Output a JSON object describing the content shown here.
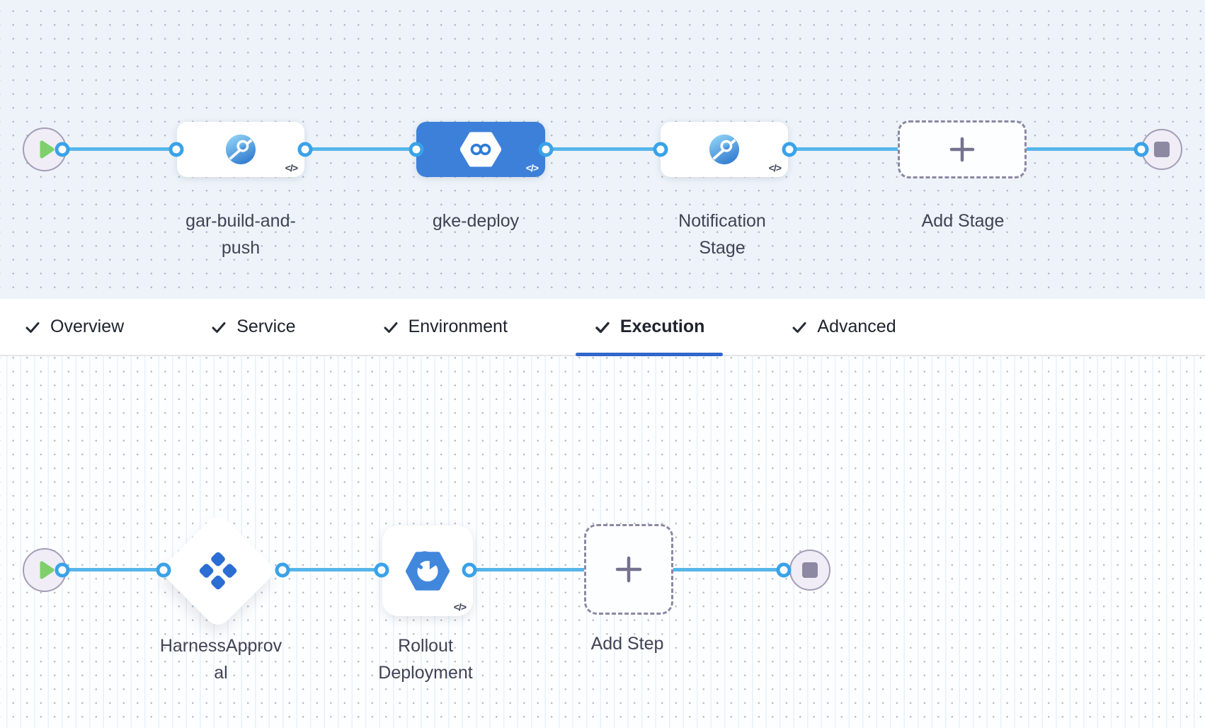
{
  "stage_canvas": {
    "stages": [
      {
        "name": "gar-build-and-push",
        "label": "gar-build-and-\npush",
        "selected": false,
        "icon": "registry-stage-icon",
        "has_code_badge": true
      },
      {
        "name": "gke-deploy",
        "label": "gke-deploy",
        "selected": true,
        "icon": "deploy-stage-icon",
        "has_code_badge": true
      },
      {
        "name": "Notification Stage",
        "label": "Notification\nStage",
        "selected": false,
        "icon": "custom-stage-icon",
        "has_code_badge": true
      }
    ],
    "add_stage_label": "Add Stage"
  },
  "tabs": {
    "active": "Execution",
    "items": [
      {
        "label": "Overview",
        "checked": true
      },
      {
        "label": "Service",
        "checked": true
      },
      {
        "label": "Environment",
        "checked": true
      },
      {
        "label": "Execution",
        "checked": true
      },
      {
        "label": "Advanced",
        "checked": true
      }
    ]
  },
  "execution_canvas": {
    "steps": [
      {
        "name": "HarnessApproval",
        "label": "HarnessApprov\nal",
        "icon": "approval-icon",
        "has_code_badge": false
      },
      {
        "name": "Rollout Deployment",
        "label": "Rollout\nDeployment",
        "icon": "rollout-deployment-icon",
        "has_code_badge": true
      }
    ],
    "add_step_label": "Add Step"
  },
  "icons": {
    "code_badge": "</>"
  },
  "colors": {
    "edge_blue": "#57b6ea",
    "port_blue": "#3aa2e8",
    "selected_stage_blue": "#3c80da",
    "active_tab_underline": "#3166cb",
    "canvas_top_bg": "#edf3f9",
    "canvas_bottom_bg": "#fdfeff",
    "label_text": "#404354",
    "play_green": "#7fd06c",
    "terminal_fill": "#f0edf6",
    "terminal_border": "#a39db7",
    "dashed_border": "#8c87a2",
    "approval_blue": "#2b6dd3",
    "gke_hex_blue": "#4187db"
  }
}
